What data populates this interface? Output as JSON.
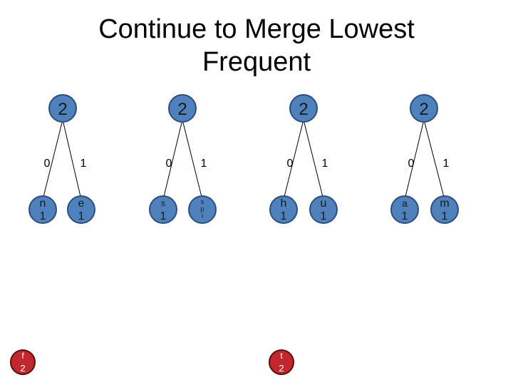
{
  "title": {
    "line1": "Continue to Merge Lowest",
    "line2": "Frequent"
  },
  "colors": {
    "node_fill": "#4f81bd",
    "node_stroke": "#2e4f79",
    "red_fill": "#c0282d",
    "red_stroke": "#5a0e0e",
    "edge": "#000000"
  },
  "trees": [
    {
      "parent": "2",
      "left_edge": "0",
      "right_edge": "1",
      "left_leaf": {
        "char": "n",
        "count": "1"
      },
      "right_leaf": {
        "char": "e",
        "count": "1"
      }
    },
    {
      "parent": "2",
      "left_edge": "0",
      "right_edge": "1",
      "left_leaf": {
        "char": "s",
        "count": "1"
      },
      "right_leaf": {
        "char": "s",
        "count": "p"
      },
      "right_leaf_extra": "i"
    },
    {
      "parent": "2",
      "left_edge": "0",
      "right_edge": "1",
      "left_leaf": {
        "char": "h",
        "count": "1"
      },
      "right_leaf": {
        "char": "u",
        "count": "1"
      }
    },
    {
      "parent": "2",
      "left_edge": "0",
      "right_edge": "1",
      "left_leaf": {
        "char": "a",
        "count": "1"
      },
      "right_leaf": {
        "char": "m",
        "count": "1"
      }
    }
  ],
  "singles": [
    {
      "char": "f",
      "count": "2"
    },
    {
      "char": "t",
      "count": "2"
    }
  ]
}
